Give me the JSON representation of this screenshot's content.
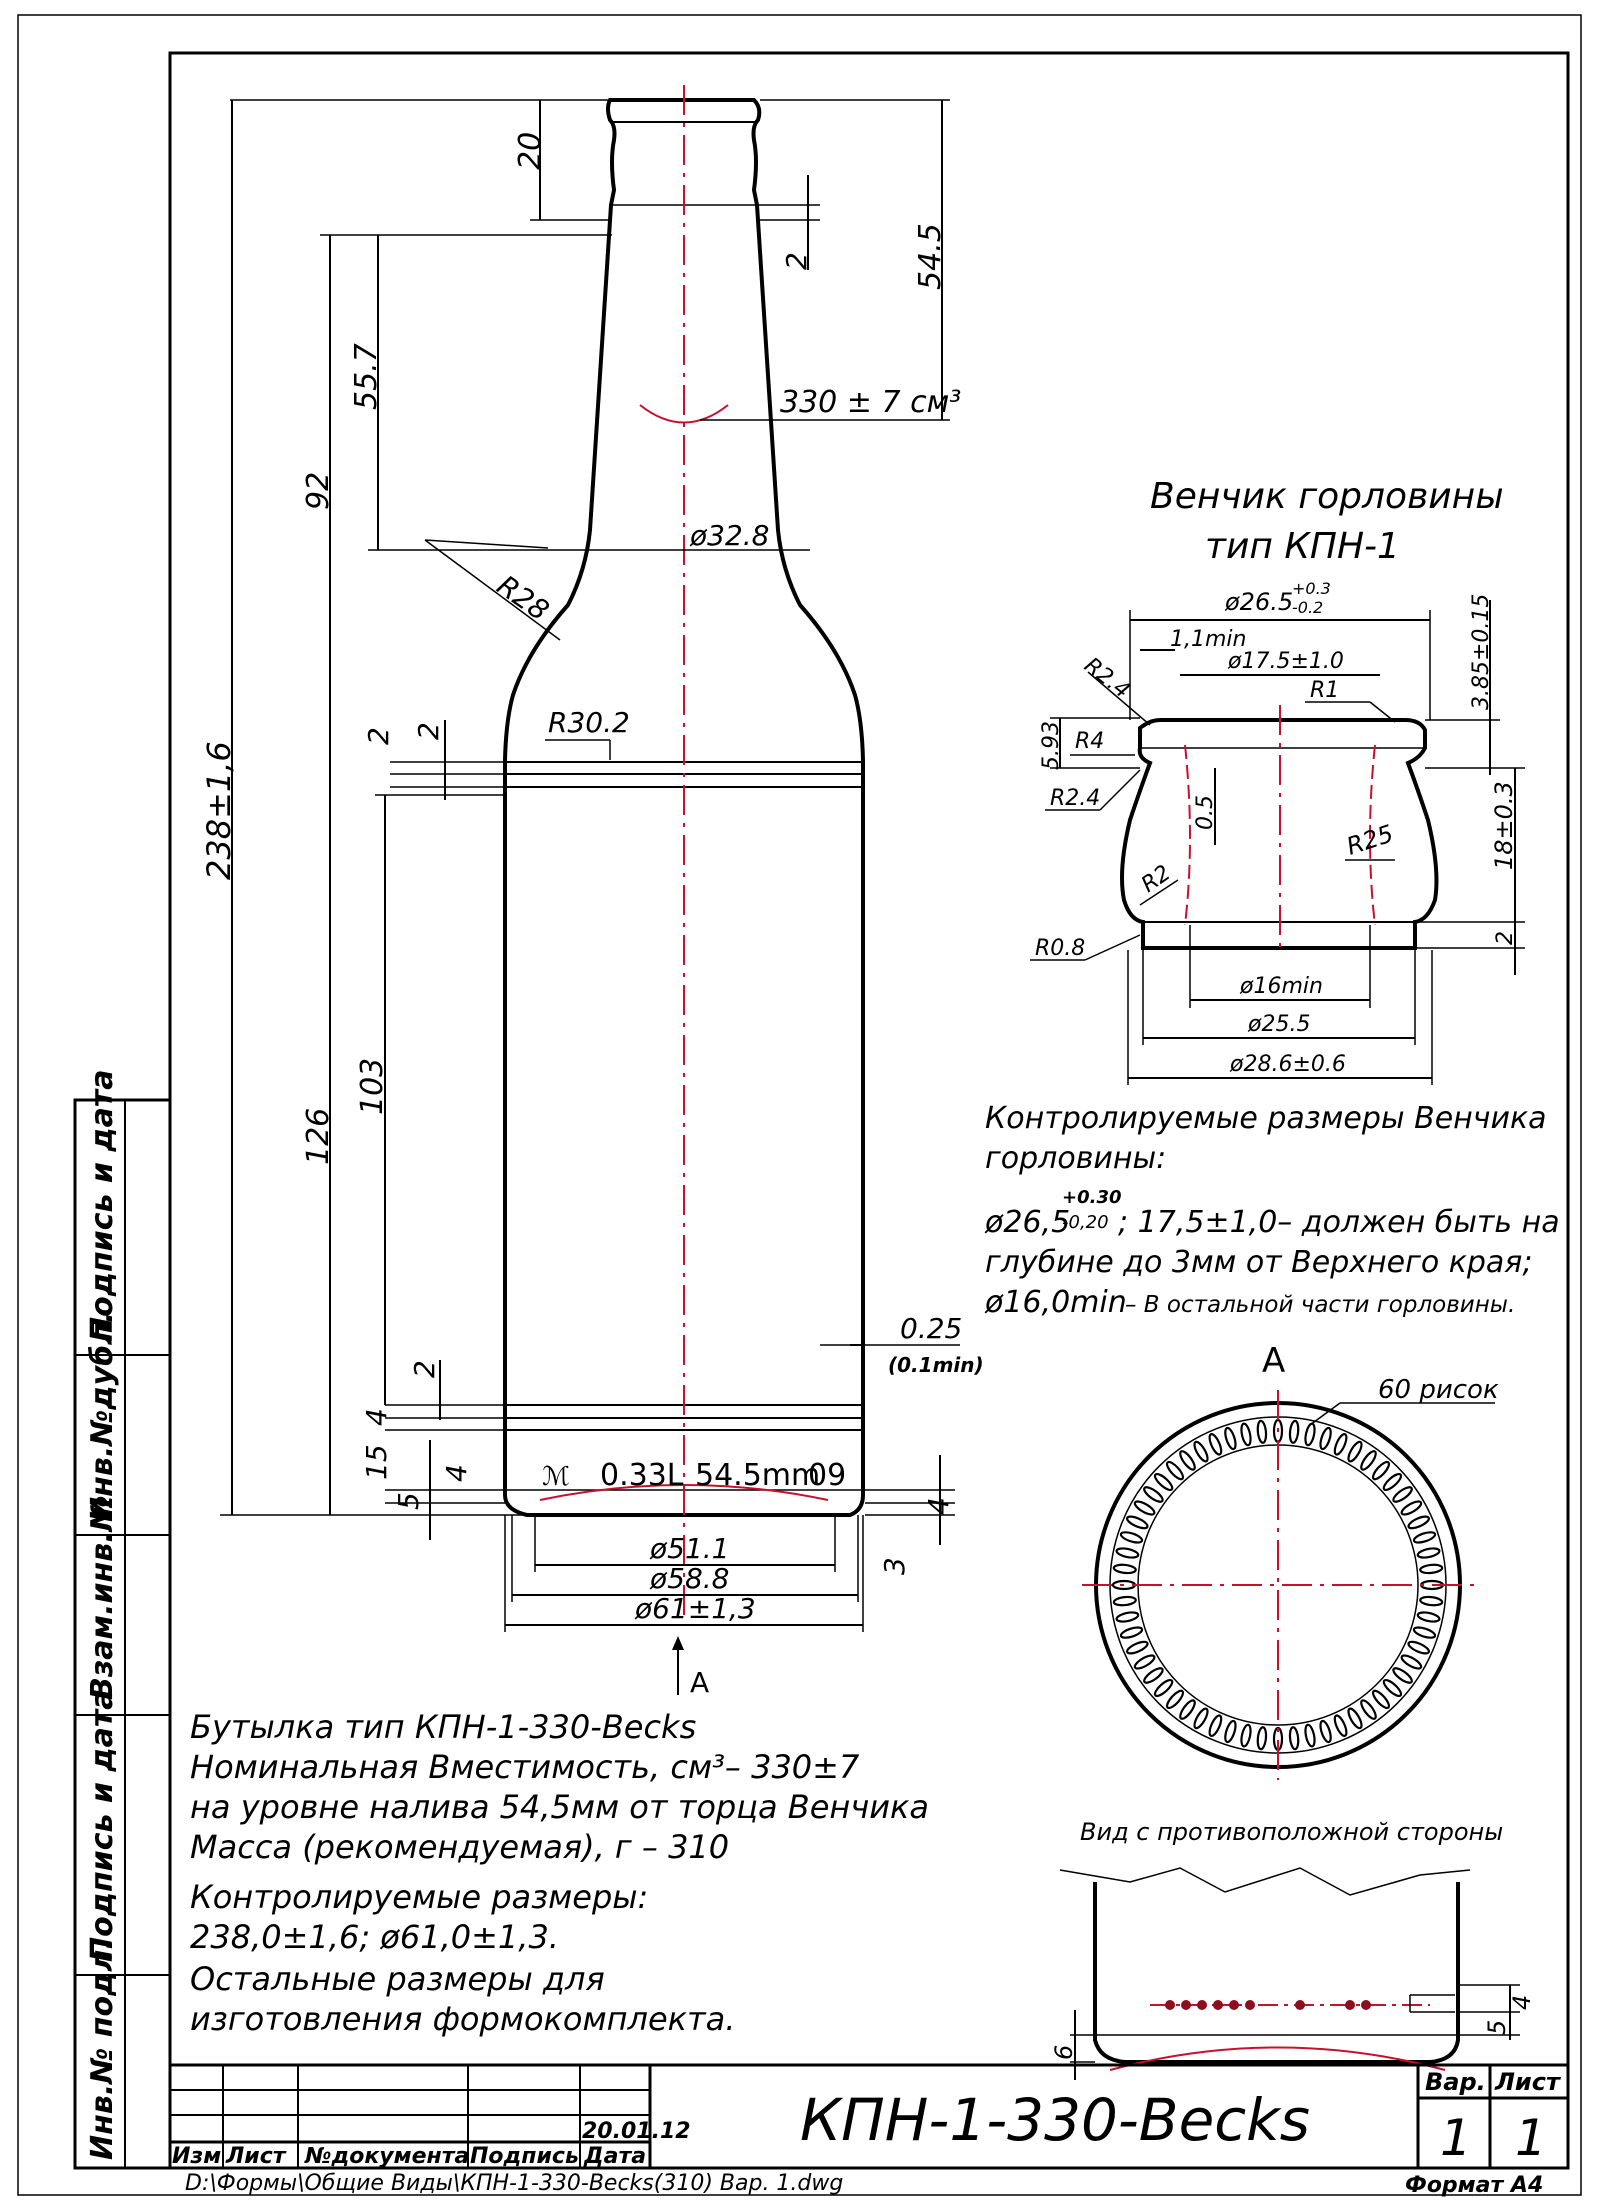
{
  "dimensions": {
    "neck_h": "20",
    "tol2_top": "2",
    "fill_level": "54.5",
    "capacity_mark": "330 ± 7 см³",
    "d557": "55.7",
    "d92": "92",
    "dia328": "ø32.8",
    "r28": "R28",
    "r302": "R30.2",
    "d2a": "2",
    "d2b": "2",
    "d2381": "238±1,6",
    "d126": "126",
    "d103": "103",
    "d2c": "2",
    "d4a": "4",
    "d15": "15",
    "d4b": "4",
    "d5": "5",
    "d025": "0.25",
    "d01min": "(0.1min)",
    "d4c": "4",
    "d3": "3",
    "dia511": "ø51.1",
    "dia588": "ø58.8",
    "dia61": "ø61±1,3",
    "view_a_arrow": "A",
    "bottle_marking": [
      "0.33L",
      "54.5mm",
      "09"
    ]
  },
  "finish_view": {
    "title1": "Венчик горловины",
    "title2": "тип КПН-1",
    "dia265": "ø26.5",
    "dia265_up": "+0.3",
    "dia265_dn": "-0.2",
    "d11min": "1,1min",
    "dia175": "ø17.5±1.0",
    "r24a": "R2.4",
    "r1": "R1",
    "d385": "3.85±0.15",
    "r4": "R4",
    "d593": "5.93",
    "r24b": "R2.4",
    "d05": "0.5",
    "r25": "R25",
    "d18": "18±0.3",
    "r2": "R2",
    "r08": "R0.8",
    "d2": "2",
    "dia16": "ø16min",
    "dia255": "ø25.5",
    "dia286": "ø28.6±0.6"
  },
  "controlled_finish": {
    "line1": "Контролируемые размеры Венчика",
    "line2": "горловины:",
    "line3a": "ø26,5",
    "line3_up": "+0.30",
    "line3_dn": "-0,20",
    "line3b": "; 17,5±1,0– должен быть на",
    "line4": "глубине до 3мм от Верхнего края;",
    "line5a": "ø16,0min",
    "line5b": " – В остальной части горловины."
  },
  "view_a": {
    "label": "A",
    "notches": "60 рисок"
  },
  "opposite_view": {
    "caption": "Вид с противоположной стороны",
    "d6": "6",
    "d5": "5",
    "d4": "4"
  },
  "notes": [
    "Бутылка тип КПН-1-330-Becks",
    "Номинальная Вместимость, см³– 330±7",
    "на уровне налива 54,5мм от торца Венчика",
    "Масса (рекомендуемая), г  – 310",
    "Контролируемые размеры:",
    "238,0±1,6;  ø61,0±1,3.",
    "Остальные размеры для",
    "изготовления формокомплекта."
  ],
  "side_stamp": [
    "Инв.№ подл.",
    "Подпись и дата",
    "Взам.инв.№",
    "Инв.№дубл.",
    "Подпись и дата"
  ],
  "title_block": {
    "date": "20.01.12",
    "headers": [
      "Изм",
      "Лист",
      "№документа",
      "Подпись",
      "Дата"
    ],
    "designation": "КПН-1-330-Becks",
    "var_label": "Вар.",
    "sheet_label": "Лист",
    "var_value": "1",
    "sheet_value": "1",
    "file_path": "D:\\Формы\\Общие Виды\\КПН-1-330-Becks(310) Вар. 1.dwg",
    "format": "Формат А4"
  }
}
